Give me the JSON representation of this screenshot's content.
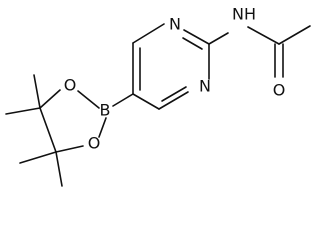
{
  "molecule": {
    "atoms": {
      "n_ring_top": "N",
      "n_ring_bottom": "N",
      "n_amide": "N",
      "h_amide": "H",
      "o_carbonyl": "O",
      "boron": "B",
      "o_ring_top": "O",
      "o_ring_bottom": "O"
    },
    "colors": {
      "bond": "#111111",
      "label": "#111111",
      "background": "#ffffff"
    }
  }
}
